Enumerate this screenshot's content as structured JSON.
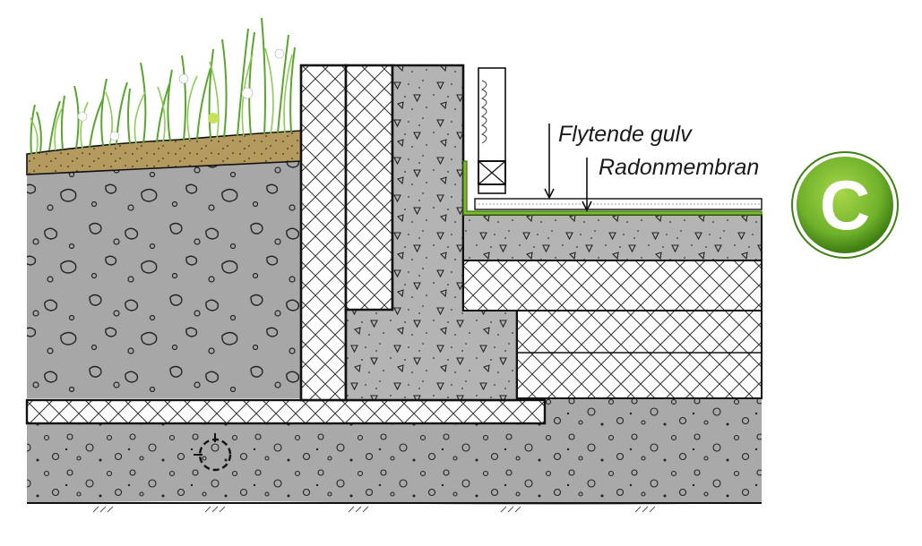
{
  "labels": {
    "floating_floor": "Flytende gulv",
    "radon_membrane": "Radonmembran"
  },
  "badge": {
    "letter": "C",
    "color_outer": "#4f9a1c",
    "color_inner": "#8cc63f"
  },
  "colors": {
    "soil_gray": "#a7a7a7",
    "concrete_gray": "#b4b4b4",
    "topsoil_brown": "#b59a60",
    "membrane_green": "#7dbb2e",
    "grass_green": "#6cb33a",
    "outline": "#111111",
    "insulation_fill": "#ffffff"
  }
}
